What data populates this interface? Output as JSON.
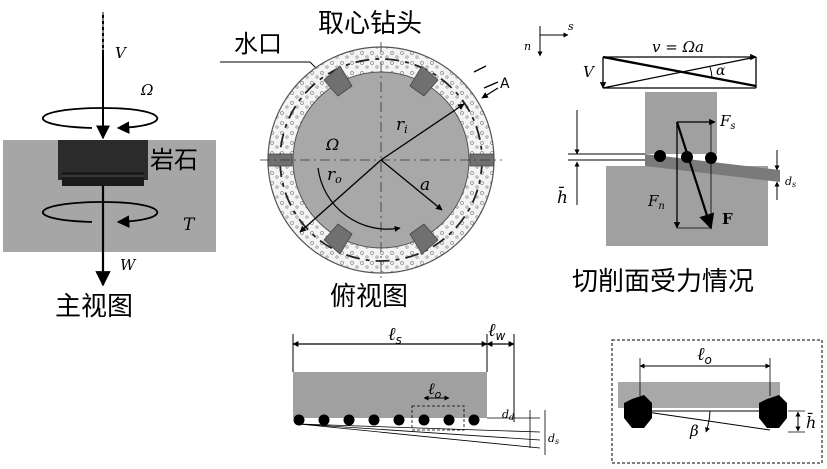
{
  "top_title": "取心钻头",
  "front_view": {
    "caption": "主视图",
    "rock_label": "岩石",
    "velocity_label": "V",
    "omega_label": "Ω",
    "torque_label": "T",
    "weight_label": "W"
  },
  "top_view": {
    "caption": "俯视图",
    "water_port_label": "水口",
    "omega_label": "Ω",
    "ri_label": "r_i",
    "ro_label": "r_o",
    "a_label": "a",
    "detail_label": "A"
  },
  "force_view": {
    "caption": "切削面受力情况",
    "s_axis": "s",
    "n_axis": "n",
    "v_eq": "v = Ωa",
    "V_label": "V",
    "alpha_label": "α",
    "Fs_label": "F_s",
    "Fn_label": "F_n",
    "F_label": "F",
    "h_label": "h̄",
    "ds_label": "d_s"
  },
  "spacing_view": {
    "ls_label": "ℓ_s",
    "lw_label": "ℓ_w",
    "lo_label": "ℓ_o",
    "dd_label": "d_d",
    "ds_label": "d_s"
  },
  "detail_view": {
    "lo_label": "ℓ_o",
    "beta_label": "β",
    "h_label": "h̄"
  },
  "colors": {
    "rock": "#a6a6a6",
    "bit": "#2b2b2b",
    "ring": "#f2f2f2",
    "ring_dots": "#9a9a9a",
    "blade": "#707070",
    "block": "#a0a0a0",
    "black": "#000000"
  }
}
